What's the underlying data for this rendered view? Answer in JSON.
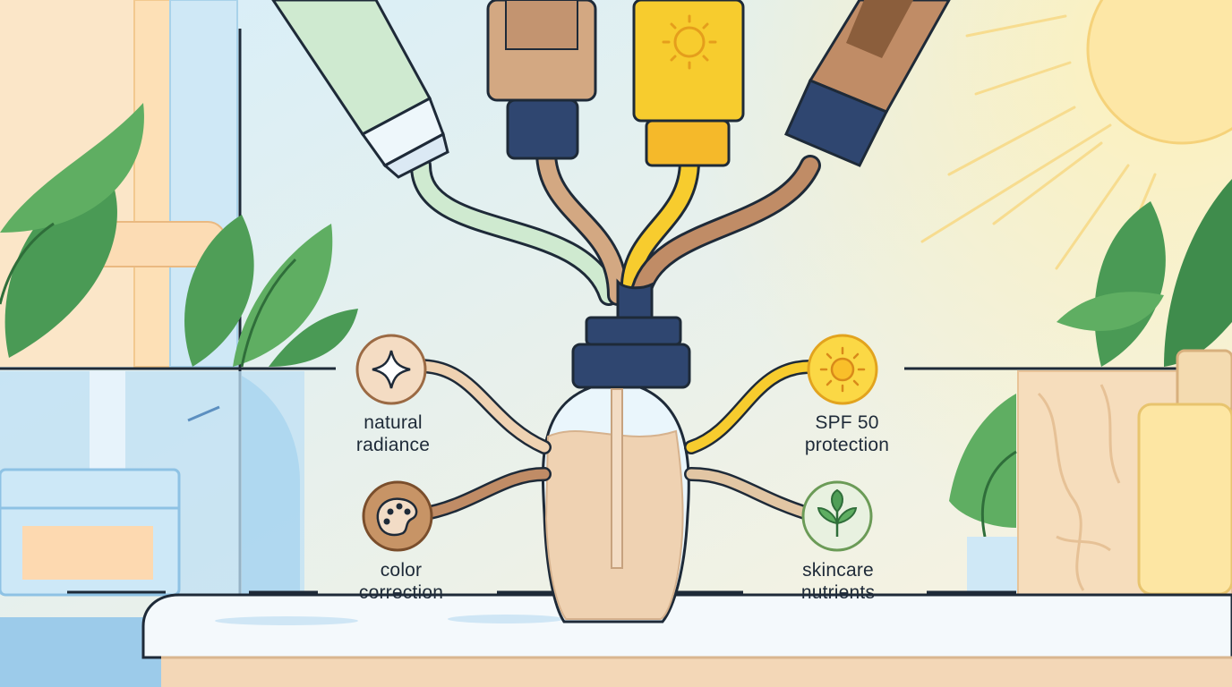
{
  "features": [
    {
      "id": "natural-radiance",
      "icon": "sparkle-icon",
      "color": "#d8b08c",
      "lines": [
        "natural",
        "radiance"
      ]
    },
    {
      "id": "spf-protection",
      "icon": "sun-icon",
      "color": "#f4c430",
      "lines": [
        "SPF 50",
        "protection"
      ]
    },
    {
      "id": "color-correction",
      "icon": "palette-icon",
      "color": "#b78a5e",
      "lines": [
        "color",
        "correction"
      ]
    },
    {
      "id": "skincare-nutrients",
      "icon": "leaf-icon",
      "color": "#8fb774",
      "lines": [
        "skincare",
        "nutrients"
      ]
    }
  ],
  "tubes": [
    {
      "id": "green-primer-tube",
      "color": "#cfead0"
    },
    {
      "id": "beige-foundation-tube",
      "color": "#d3a882"
    },
    {
      "id": "yellow-sunscreen-tube",
      "color": "#f7cc2e"
    },
    {
      "id": "brown-concealer-tube",
      "color": "#c08c66"
    }
  ],
  "colors": {
    "outline": "#1e2a38",
    "navy_cap": "#2f4670",
    "sky": "#dff1fb",
    "counter": "#eef6fb",
    "liquid": "#efd2b2"
  }
}
